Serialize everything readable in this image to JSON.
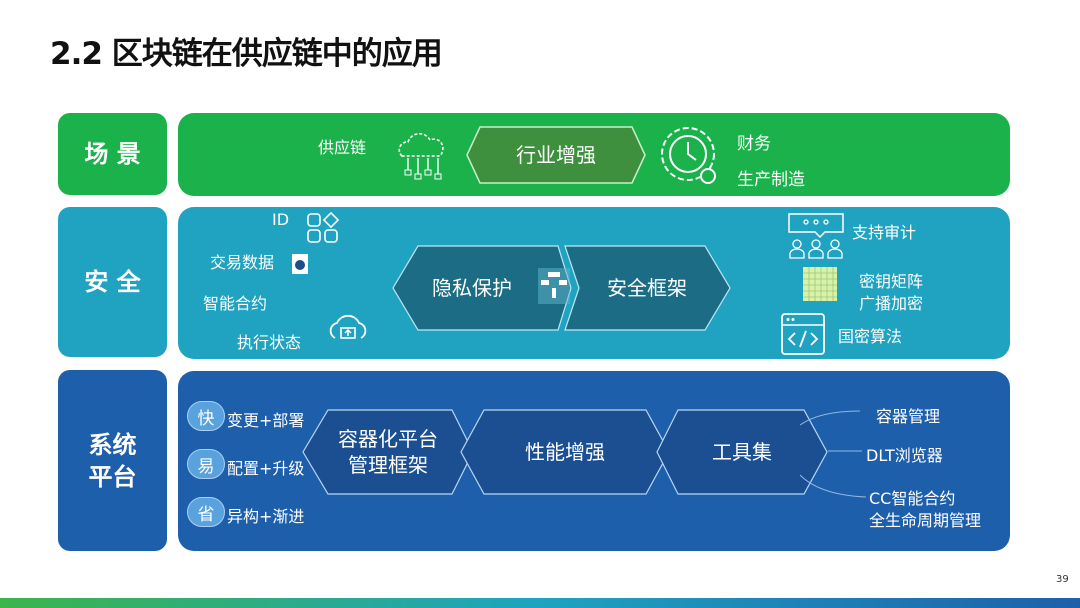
{
  "title": "2.2 区块链在供应链中的应用",
  "page_number": "39",
  "rows": {
    "scene": {
      "label": "场 景",
      "left_items": [
        "供应链"
      ],
      "center": "行业增强",
      "right_items": [
        "财务",
        "生产制造"
      ]
    },
    "security": {
      "label": "安 全",
      "left_items": [
        "ID",
        "交易数据",
        "智能合约",
        "执行状态"
      ],
      "hex_left": "隐私保护",
      "hex_right": "安全框架",
      "right_items": [
        "支持审计",
        "密钥矩阵",
        "广播加密",
        "国密算法"
      ]
    },
    "platform": {
      "label_line1": "系统",
      "label_line2": "平台",
      "badges": [
        {
          "char": "快",
          "text": "变更+部署"
        },
        {
          "char": "易",
          "text": "配置+升级"
        },
        {
          "char": "省",
          "text": "异构+渐进"
        }
      ],
      "hex1_line1": "容器化平台",
      "hex1_line2": "管理框架",
      "hex2": "性能增强",
      "hex3": "工具集",
      "right_items": [
        "容器管理",
        "DLT浏览器",
        "CC智能合约",
        "全生命周期管理"
      ]
    }
  },
  "colors": {
    "green": "#1bb24b",
    "teal": "#1fa3c1",
    "blue": "#1e5fab"
  }
}
